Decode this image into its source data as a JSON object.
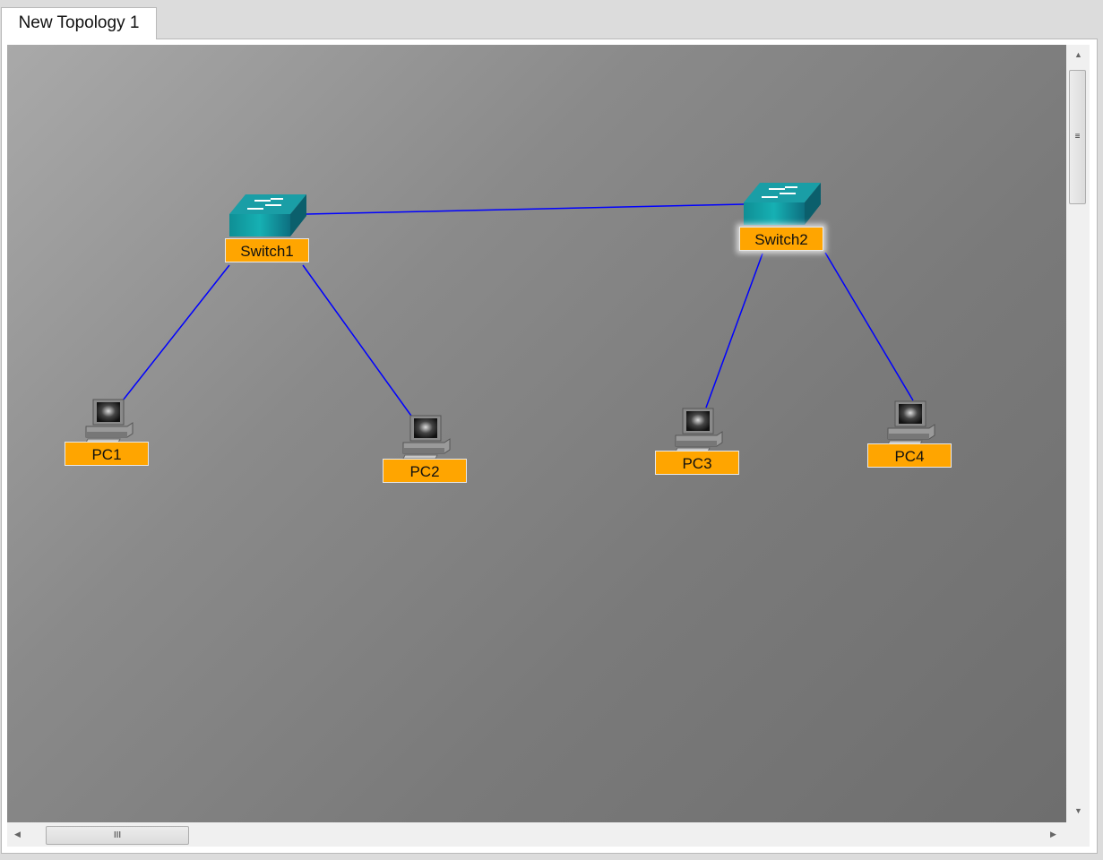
{
  "tabs": [
    {
      "label": "New Topology 1",
      "active": true
    }
  ],
  "colors": {
    "link": "#0000ff",
    "label_bg": "#ffa500",
    "switch": "#13a1a8"
  },
  "nodes": {
    "switch1": {
      "label": "Switch1",
      "type": "switch-icon"
    },
    "switch2": {
      "label": "Switch2",
      "type": "switch-icon",
      "selected": true
    },
    "pc1": {
      "label": "PC1",
      "type": "pc-icon"
    },
    "pc2": {
      "label": "PC2",
      "type": "pc-icon"
    },
    "pc3": {
      "label": "PC3",
      "type": "pc-icon"
    },
    "pc4": {
      "label": "PC4",
      "type": "pc-icon"
    }
  },
  "links": [
    [
      "Switch1",
      "Switch2"
    ],
    [
      "Switch1",
      "PC1"
    ],
    [
      "Switch1",
      "PC2"
    ],
    [
      "Switch2",
      "PC3"
    ],
    [
      "Switch2",
      "PC4"
    ]
  ],
  "scrollbars": {
    "grip": "≡",
    "hgrip": "III"
  }
}
